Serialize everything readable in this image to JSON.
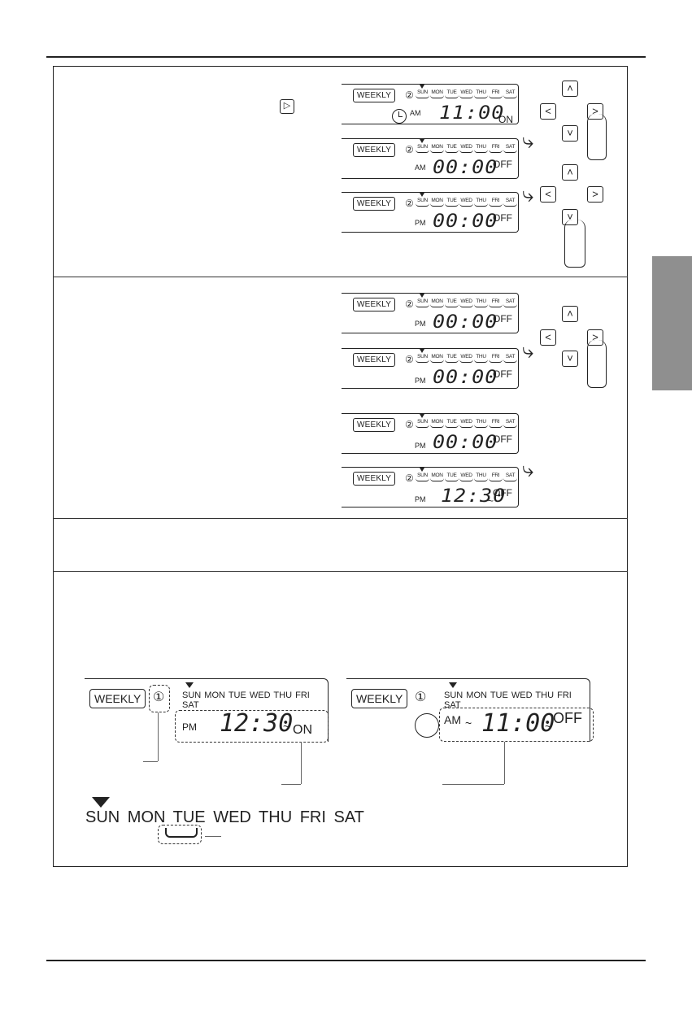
{
  "lcd": {
    "weekly": "WEEKLY",
    "program_2": "②",
    "program_1": "①",
    "days": [
      "SUN",
      "MON",
      "TUE",
      "WED",
      "THU",
      "FRI",
      "SAT"
    ],
    "am": "AM",
    "pm": "PM",
    "on": "ON",
    "off": "OFF",
    "tilde": "~"
  },
  "steps": {
    "step1": {
      "screen1_time": "11:00",
      "screen2_time": "00:00",
      "screen3_time": "00:00"
    },
    "step2": {
      "screen1_time": "00:00",
      "screen2_time": "00:00",
      "screen3_time": "00:00",
      "screen4_time": "12:30"
    }
  },
  "inline_icon": "▷",
  "keys": {
    "up": "˄",
    "down": "˅",
    "left": "<",
    "right": ">"
  },
  "example": {
    "left_time": "12:30",
    "right_time": "11:00",
    "big_days": "SUN MON TUE WED THU FRI SAT"
  },
  "icons": [
    "clock-icon",
    "hand-pointer-icon",
    "curved-arrow-icon",
    "up-key",
    "down-key",
    "left-key",
    "right-key"
  ]
}
